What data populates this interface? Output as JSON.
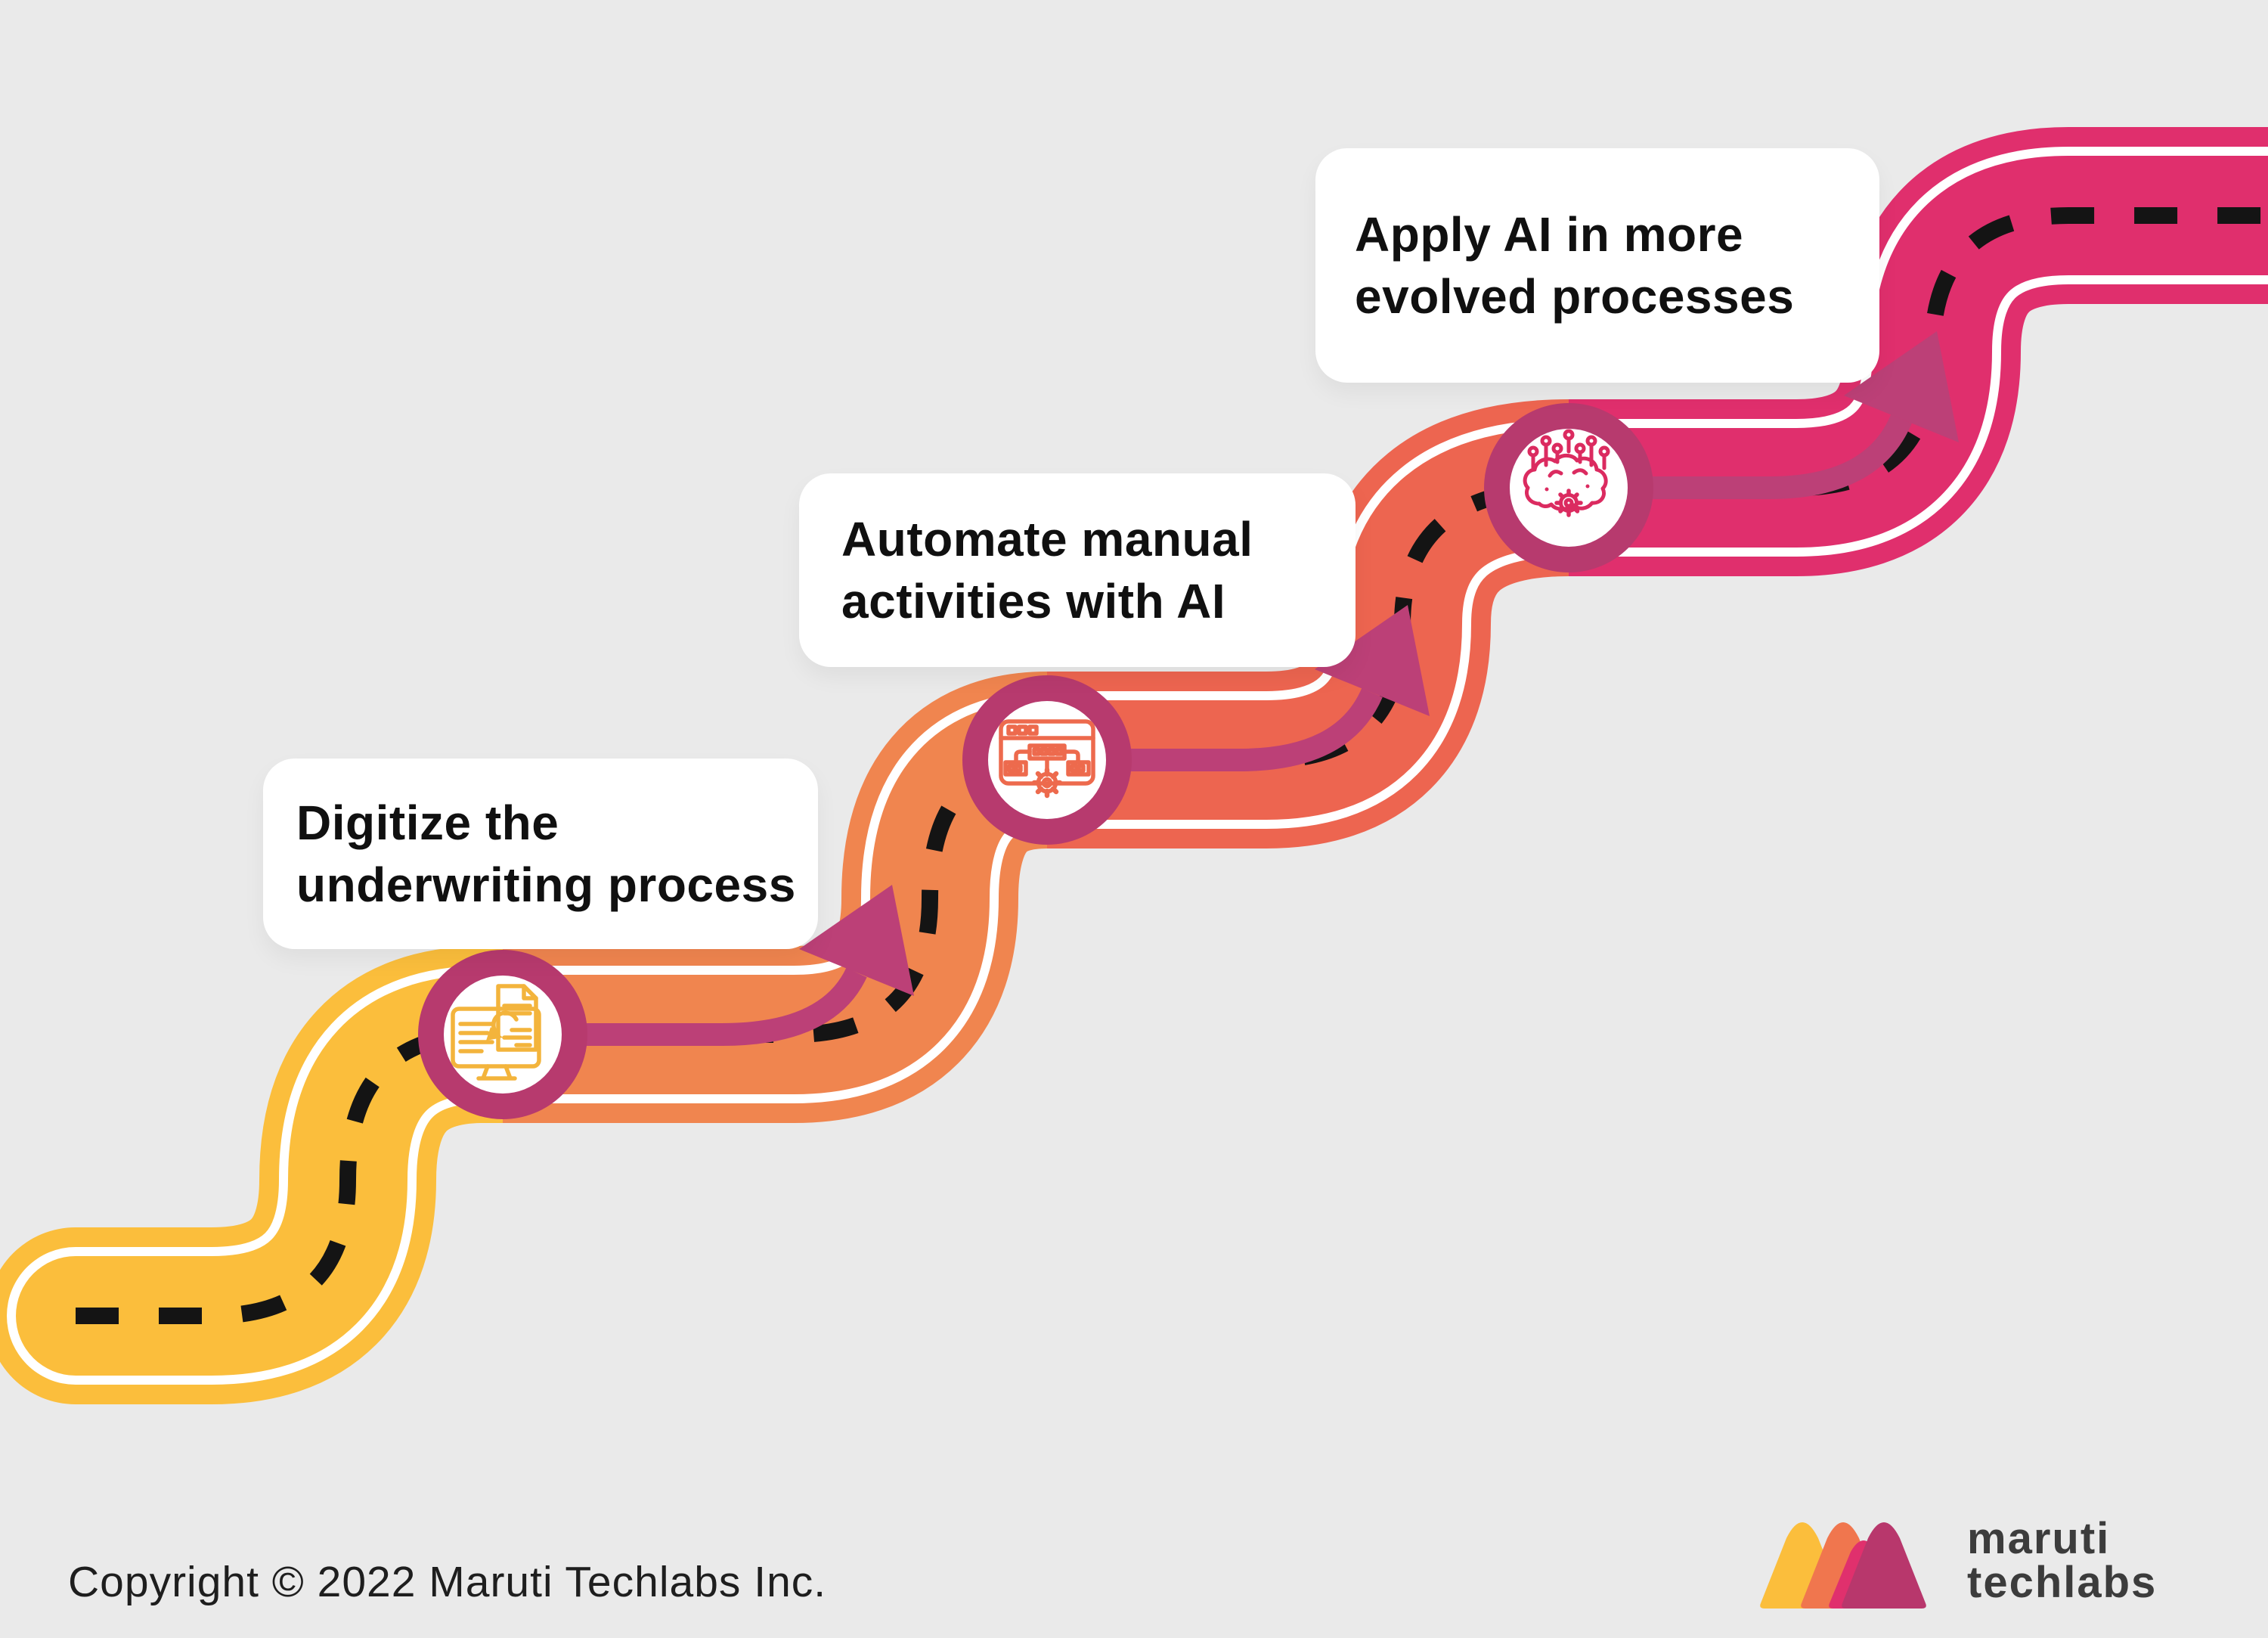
{
  "background_color": "#eaeaea",
  "road": {
    "final_segment_color": "#E02F6D",
    "edge_line_color": "#ffffff",
    "center_dash_color": "#141414",
    "node_ring_color": "#B73A6E",
    "node_fill_color": "#ffffff",
    "arrow_color": "#BC4077"
  },
  "steps": [
    {
      "label_lines": [
        "Digitize the",
        "underwriting process"
      ],
      "icon": "digitize-monitor-document-icon",
      "road_color": "#FBBE3C",
      "icon_color": "#F3B43C"
    },
    {
      "label_lines": [
        "Automate manual",
        "activities with AI"
      ],
      "icon": "automation-window-gear-icon",
      "road_color": "#F0854F",
      "icon_color": "#ED6A4D"
    },
    {
      "label_lines": [
        "Apply AI in more",
        "evolved processes"
      ],
      "icon": "ai-brain-circuit-gear-icon",
      "road_color": "#ED6550",
      "icon_color": "#DB2B60"
    }
  ],
  "footer": {
    "copyright": "Copyright © 2022 Maruti Techlabs Inc.",
    "logo": {
      "line1": "maruti",
      "line2": "techlabs",
      "text_color": "#3c3c3c",
      "mark_colors": {
        "left": "#FBBE3C",
        "middle": "#F0764E",
        "overlap": "#E0306D",
        "right": "#B8376C"
      }
    }
  }
}
